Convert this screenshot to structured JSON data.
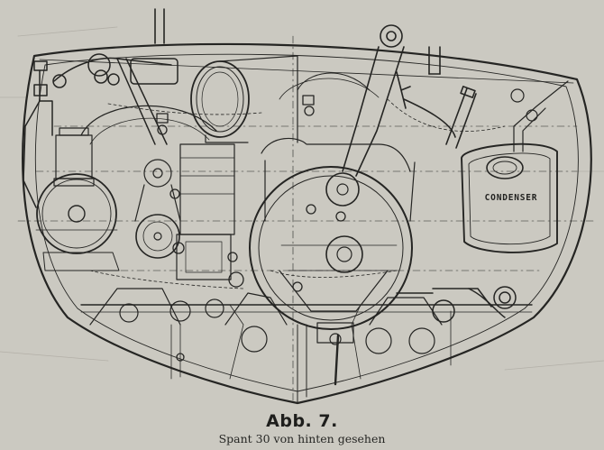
{
  "figure": {
    "label_condenser": "CONDENSER"
  },
  "caption": {
    "title": "Abb. 7.",
    "subtitle": "Spant 30 von hinten gesehen"
  },
  "colors": {
    "paper": "#cbc9c1",
    "ink": "#222220"
  }
}
